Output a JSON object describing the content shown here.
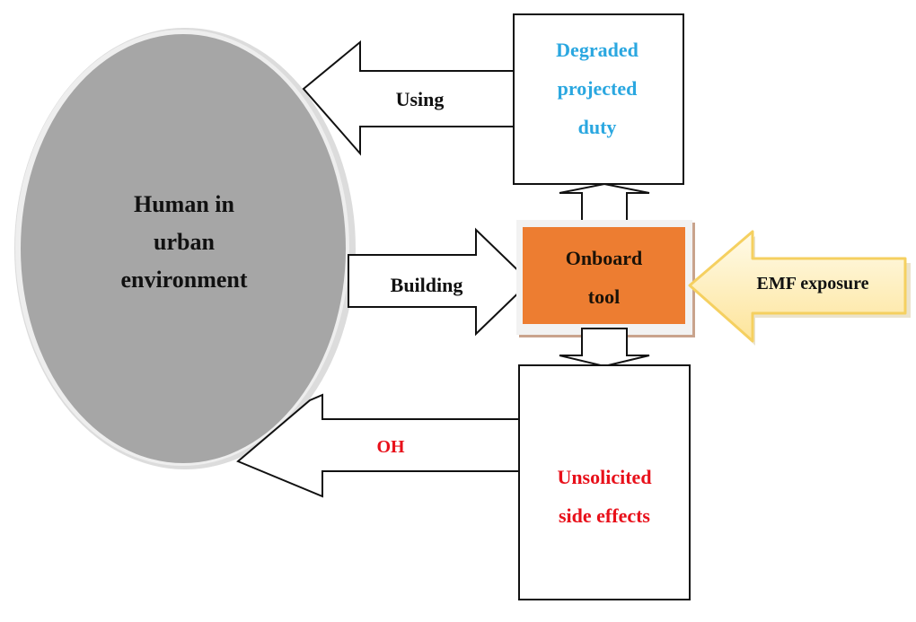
{
  "diagram": {
    "nodes": {
      "human": {
        "lines": [
          "Human in",
          "urban",
          "environment"
        ],
        "fill": "#a6a6a6"
      },
      "degraded": {
        "lines": [
          "Degraded",
          "projected",
          "duty"
        ],
        "text_color": "#2aa7e0"
      },
      "onboard": {
        "lines": [
          "Onboard",
          "tool"
        ],
        "fill": "#ed7d31"
      },
      "unsolicited": {
        "lines": [
          "Unsolicited",
          "side effects"
        ],
        "text_color": "#e8101a"
      }
    },
    "arrows": {
      "using": {
        "label": "Using",
        "from": "Degraded projected duty",
        "to": "Human in urban environment"
      },
      "building": {
        "label": "Building",
        "from": "Human in urban environment",
        "to": "Onboard tool"
      },
      "oh": {
        "label": "OH",
        "from": "Unsolicited side effects",
        "to": "Human in urban environment",
        "label_color": "#e8101a"
      },
      "emf": {
        "label": "EMF exposure",
        "to": "Onboard tool",
        "fill": "#fde9a8",
        "stroke": "#f5d060"
      },
      "up": {
        "from": "Onboard tool",
        "to": "Degraded projected duty"
      },
      "down": {
        "from": "Onboard tool",
        "to": "Unsolicited side effects"
      }
    }
  }
}
